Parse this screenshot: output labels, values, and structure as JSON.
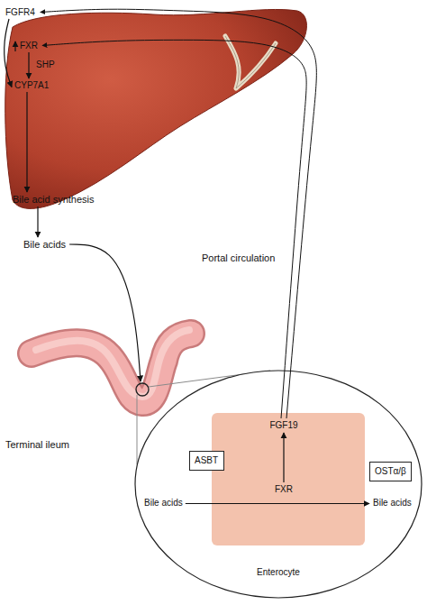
{
  "diagram": {
    "nodes": [
      {
        "text": [
          "Bile acids",
          "Bile acids",
          "Enterocyte"
        ]
      },
      {
        "text": [
          "FGF19",
          "FXR"
        ],
        "in": 0
      },
      {
        "text": [
          "ASBT"
        ],
        "in": 0
      },
      {
        "text": [
          "OSTα/β"
        ],
        "in": 0
      }
    ],
    "labels": [
      "FGFR4",
      "FXR",
      "SHP",
      "CYP7A1",
      "Bile acid synthesis",
      "Bile acids",
      "Portal circulation",
      "Terminal ileum"
    ]
  }
}
